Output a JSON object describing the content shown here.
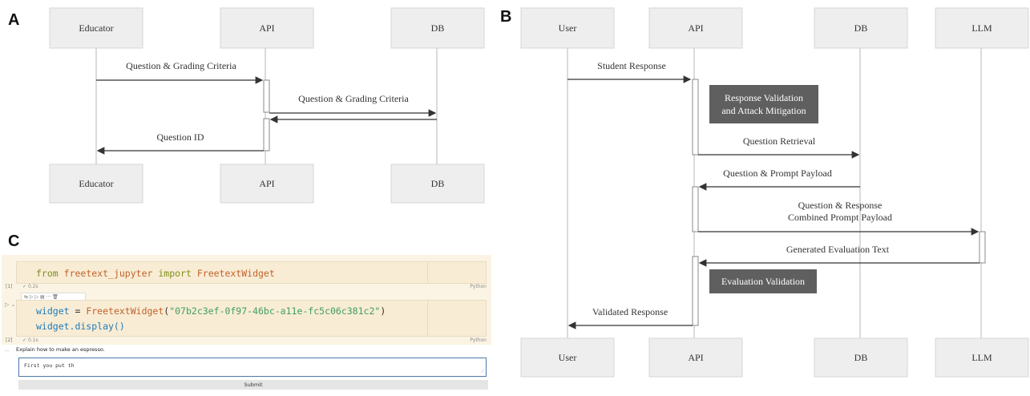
{
  "panels": {
    "a": "A",
    "b": "B",
    "c": "C"
  },
  "diagram_a": {
    "participants": [
      "Educator",
      "API",
      "DB"
    ],
    "messages": [
      "Question & Grading Criteria",
      "Question & Grading Criteria",
      "Question ID"
    ]
  },
  "diagram_b": {
    "participants": [
      "User",
      "API",
      "DB",
      "LLM"
    ],
    "notes": [
      "Response Validation",
      "and Attack Mitigation",
      "Evaluation Validation"
    ],
    "messages": [
      "Student Response",
      "Question Retrieval",
      "Question & Prompt Payload",
      "Question & Response",
      "Combined Prompt Payload",
      "Generated Evaluation Text",
      "Validated Response"
    ]
  },
  "notebook": {
    "cell1": {
      "code_from": "from",
      "code_module": "freetext_jupyter",
      "code_import": "import",
      "code_class": "FreetextWidget",
      "exec": "[1]",
      "time": "0.2s",
      "lang": "Python"
    },
    "cell2": {
      "var": "widget",
      "eq": " = ",
      "cls": "FreetextWidget",
      "str": "\"07b2c3ef-0f97-46bc-a11e-fc5c06c381c2\"",
      "line2": "widget.display()",
      "exec": "[2]",
      "time": "0.1s",
      "lang": "Python"
    },
    "output": {
      "prompt": "Explain how to make an espresso.",
      "answer": "First you put th",
      "button": "Submit",
      "ellipsis": "..."
    }
  },
  "colors": {
    "box": "#eeeeee",
    "box_border": "#d6d6d6",
    "note": "#5f5f5f",
    "line": "#cfcfcf",
    "arrow": "#333333"
  }
}
